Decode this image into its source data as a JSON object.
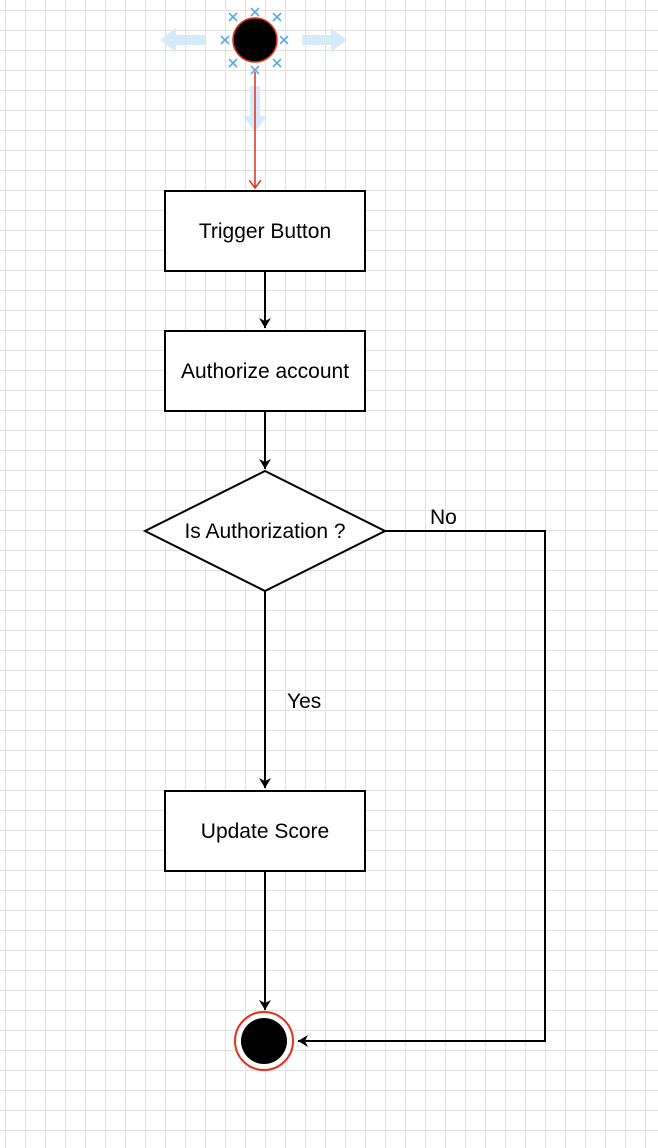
{
  "diagram": {
    "nodes": {
      "trigger": {
        "label": "Trigger Button"
      },
      "authorize": {
        "label": "Authorize account"
      },
      "decision": {
        "label": "Is Authorization ?"
      },
      "update": {
        "label": "Update Score"
      }
    },
    "edges": {
      "no_label": "No",
      "yes_label": "Yes"
    }
  },
  "colors": {
    "selection_red": "#e0311c",
    "handle_blue": "#5aa9e6",
    "guide_arrow": "#d6ebfa",
    "stroke": "#000000",
    "node_fill": "#ffffff"
  }
}
